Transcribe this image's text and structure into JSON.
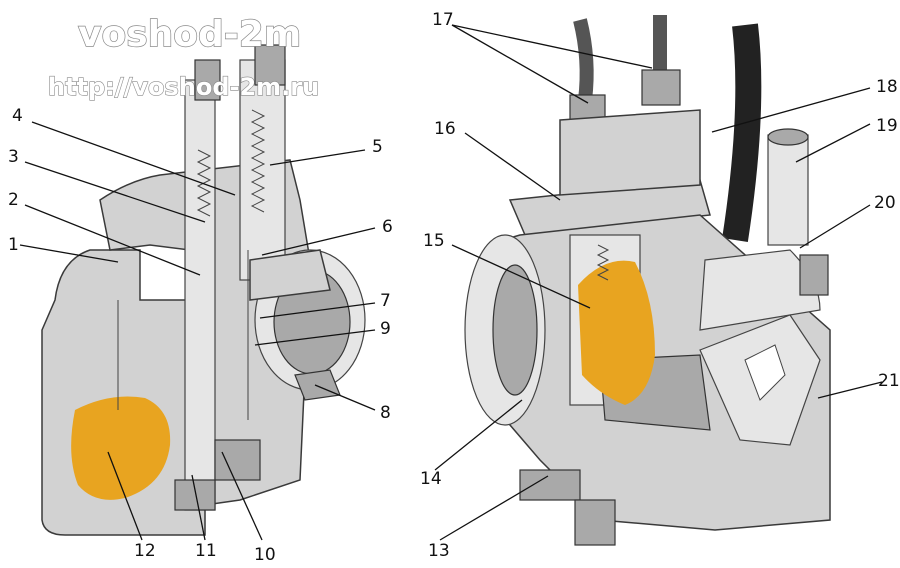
{
  "watermark": {
    "title": "voshod-2m",
    "url": "http://voshod-2m.ru"
  },
  "colors": {
    "float_chamber_highlight": "#e8a420",
    "metal": "#d2d2d2",
    "shadow": "#a9a9a9",
    "label_text": "#111111"
  },
  "labels": {
    "l1": "1",
    "l2": "2",
    "l3": "3",
    "l4": "4",
    "l5": "5",
    "l6": "6",
    "l7": "7",
    "l8": "8",
    "l9": "9",
    "l10": "10",
    "l11": "11",
    "l12": "12",
    "l13": "13",
    "l14": "14",
    "l15": "15",
    "l16": "16",
    "l17": "17",
    "l18": "18",
    "l19": "19",
    "l20": "20",
    "l21": "21"
  }
}
